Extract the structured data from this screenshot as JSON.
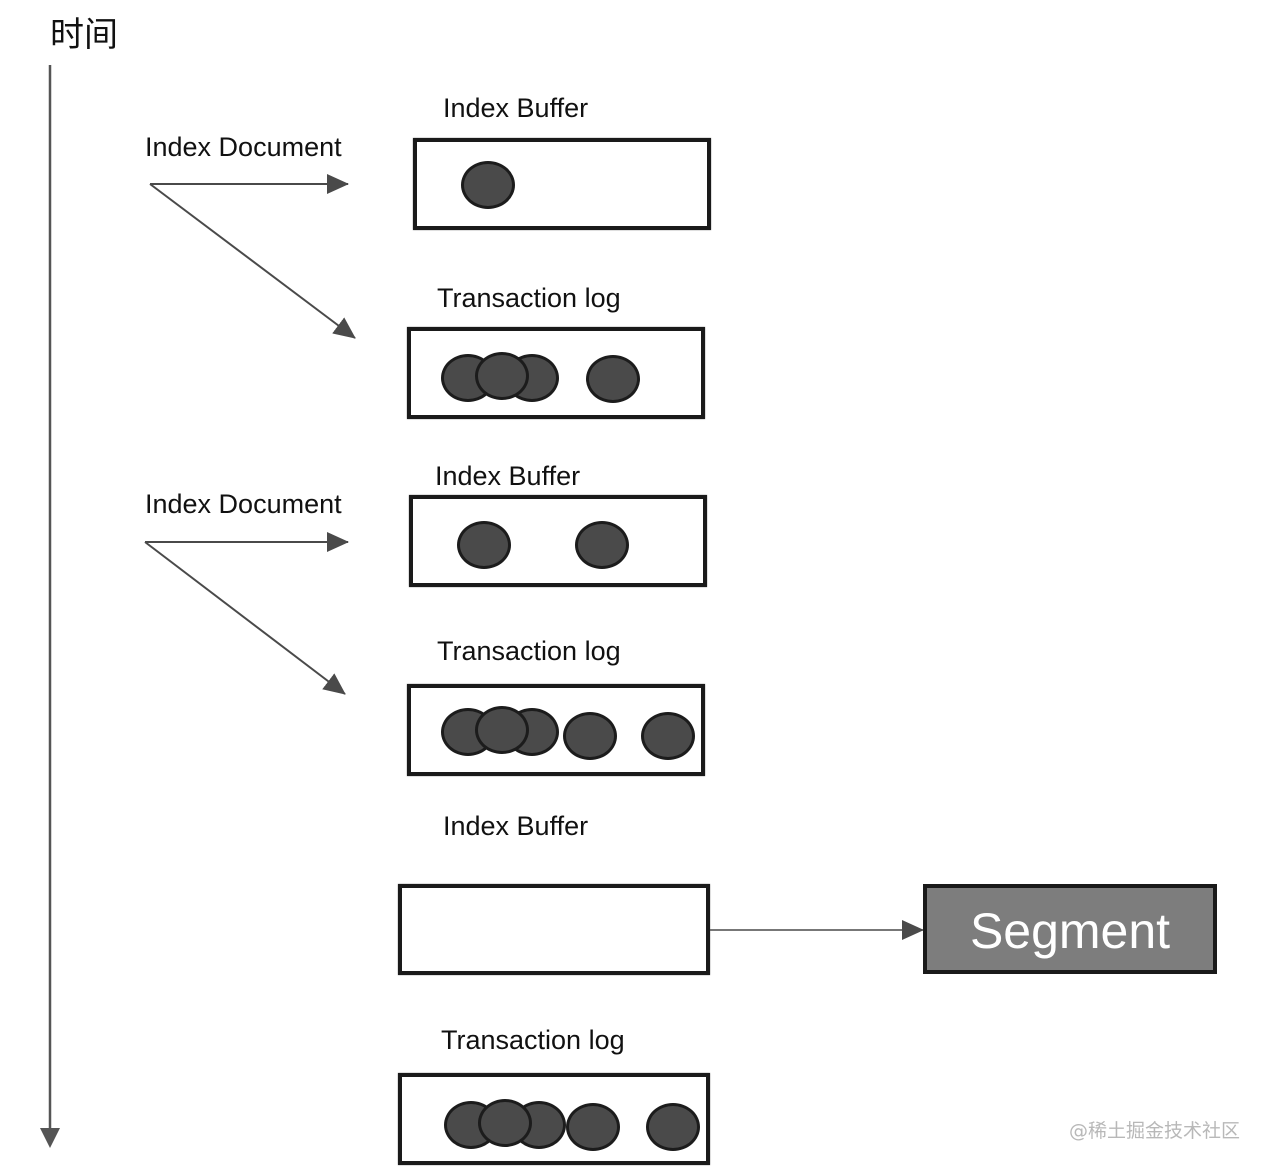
{
  "axis": {
    "label": "时间"
  },
  "steps": [
    {
      "action_label": "Index Document",
      "buffer_label": "Index Buffer",
      "log_label": "Transaction log",
      "buffer_docs": 1,
      "log_docs": 4
    },
    {
      "action_label": "Index Document",
      "buffer_label": "Index Buffer",
      "log_label": "Transaction log",
      "buffer_docs": 2,
      "log_docs": 5
    },
    {
      "buffer_label": "Index Buffer",
      "log_label": "Transaction log",
      "buffer_docs": 0,
      "log_docs": 5
    }
  ],
  "segment": {
    "label": "Segment"
  },
  "watermark": "@稀土掘金技术社区",
  "colors": {
    "line": "#1a1a1a",
    "document": "#4a4a4a",
    "segment_fill": "#7d7d7d",
    "segment_text": "#ffffff"
  }
}
